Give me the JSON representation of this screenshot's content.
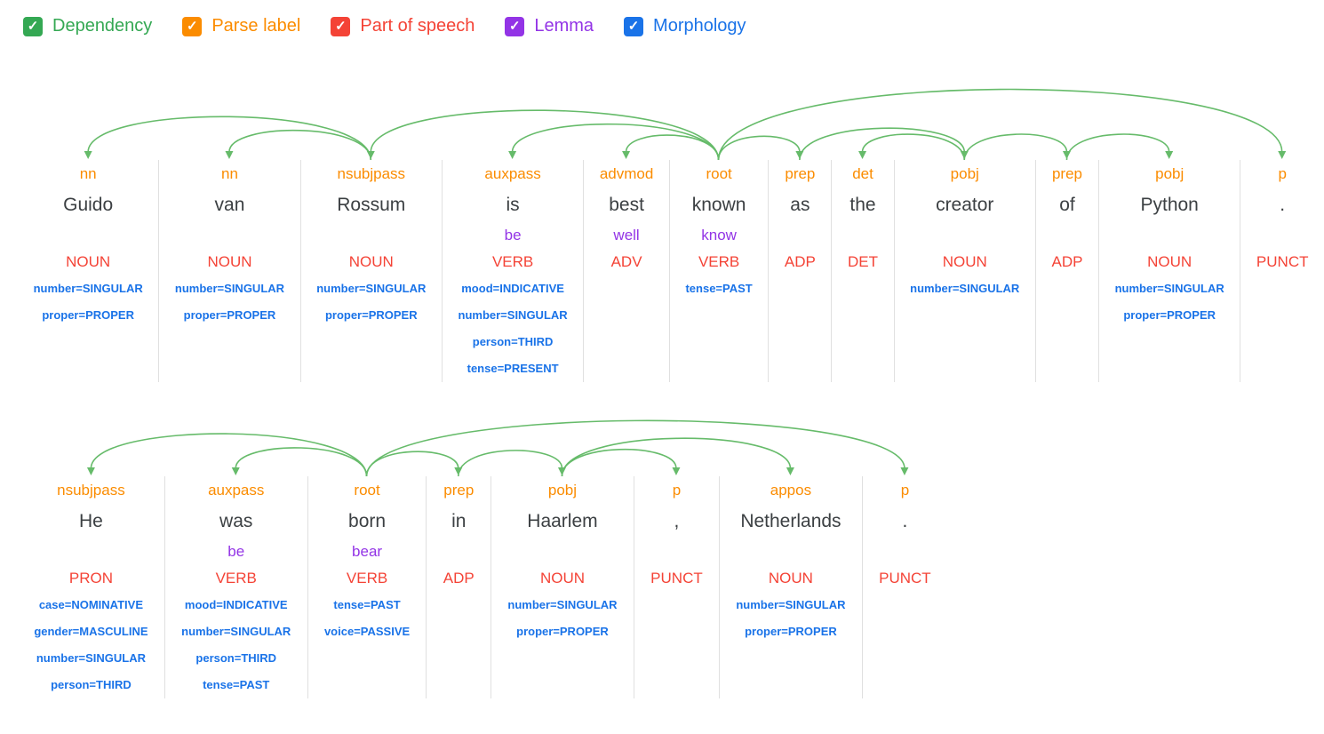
{
  "colors": {
    "arc": "#66bb6a",
    "parse_label": "#fb8c00",
    "pos": "#f44336",
    "lemma": "#9334e6",
    "morphology": "#1a73e8",
    "word": "#3c4043",
    "divider": "#e0e0e0"
  },
  "toolbar": {
    "checkboxes": [
      {
        "label": "Dependency",
        "color": "#34a853",
        "checked": true
      },
      {
        "label": "Parse label",
        "color": "#fb8c00",
        "checked": true
      },
      {
        "label": "Part of speech",
        "color": "#f44336",
        "checked": true
      },
      {
        "label": "Lemma",
        "color": "#9334e6",
        "checked": true
      },
      {
        "label": "Morphology",
        "color": "#1a73e8",
        "checked": true
      }
    ],
    "check_glyph": "✓"
  },
  "sentences": [
    {
      "text": "Guido van Rossum is best known as the creator of Python .",
      "tokens": [
        {
          "label": "nn",
          "word": "Guido",
          "lemma": "",
          "pos": "NOUN",
          "morph": [
            "number=SINGULAR",
            "proper=PROPER"
          ]
        },
        {
          "label": "nn",
          "word": "van",
          "lemma": "",
          "pos": "NOUN",
          "morph": [
            "number=SINGULAR",
            "proper=PROPER"
          ]
        },
        {
          "label": "nsubjpass",
          "word": "Rossum",
          "lemma": "",
          "pos": "NOUN",
          "morph": [
            "number=SINGULAR",
            "proper=PROPER"
          ]
        },
        {
          "label": "auxpass",
          "word": "is",
          "lemma": "be",
          "pos": "VERB",
          "morph": [
            "mood=INDICATIVE",
            "number=SINGULAR",
            "person=THIRD",
            "tense=PRESENT"
          ]
        },
        {
          "label": "advmod",
          "word": "best",
          "lemma": "well",
          "pos": "ADV",
          "morph": []
        },
        {
          "label": "root",
          "word": "known",
          "lemma": "know",
          "pos": "VERB",
          "morph": [
            "tense=PAST"
          ]
        },
        {
          "label": "prep",
          "word": "as",
          "lemma": "",
          "pos": "ADP",
          "morph": []
        },
        {
          "label": "det",
          "word": "the",
          "lemma": "",
          "pos": "DET",
          "morph": []
        },
        {
          "label": "pobj",
          "word": "creator",
          "lemma": "",
          "pos": "NOUN",
          "morph": [
            "number=SINGULAR"
          ]
        },
        {
          "label": "prep",
          "word": "of",
          "lemma": "",
          "pos": "ADP",
          "morph": []
        },
        {
          "label": "pobj",
          "word": "Python",
          "lemma": "",
          "pos": "NOUN",
          "morph": [
            "number=SINGULAR",
            "proper=PROPER"
          ]
        },
        {
          "label": "p",
          "word": ".",
          "lemma": "",
          "pos": "PUNCT",
          "morph": []
        }
      ],
      "arcs": [
        {
          "head": 2,
          "dep": 0
        },
        {
          "head": 2,
          "dep": 1
        },
        {
          "head": 5,
          "dep": 2
        },
        {
          "head": 5,
          "dep": 3
        },
        {
          "head": 5,
          "dep": 4
        },
        {
          "head": 5,
          "dep": 6
        },
        {
          "head": 8,
          "dep": 7
        },
        {
          "head": 6,
          "dep": 8
        },
        {
          "head": 8,
          "dep": 9
        },
        {
          "head": 9,
          "dep": 10
        },
        {
          "head": 5,
          "dep": 11
        }
      ]
    },
    {
      "text": "He was born in Haarlem , Netherlands .",
      "tokens": [
        {
          "label": "nsubjpass",
          "word": "He",
          "lemma": "",
          "pos": "PRON",
          "morph": [
            "case=NOMINATIVE",
            "gender=MASCULINE",
            "number=SINGULAR",
            "person=THIRD"
          ]
        },
        {
          "label": "auxpass",
          "word": "was",
          "lemma": "be",
          "pos": "VERB",
          "morph": [
            "mood=INDICATIVE",
            "number=SINGULAR",
            "person=THIRD",
            "tense=PAST"
          ]
        },
        {
          "label": "root",
          "word": "born",
          "lemma": "bear",
          "pos": "VERB",
          "morph": [
            "tense=PAST",
            "voice=PASSIVE"
          ]
        },
        {
          "label": "prep",
          "word": "in",
          "lemma": "",
          "pos": "ADP",
          "morph": []
        },
        {
          "label": "pobj",
          "word": "Haarlem",
          "lemma": "",
          "pos": "NOUN",
          "morph": [
            "number=SINGULAR",
            "proper=PROPER"
          ]
        },
        {
          "label": "p",
          "word": ",",
          "lemma": "",
          "pos": "PUNCT",
          "morph": []
        },
        {
          "label": "appos",
          "word": "Netherlands",
          "lemma": "",
          "pos": "NOUN",
          "morph": [
            "number=SINGULAR",
            "proper=PROPER"
          ]
        },
        {
          "label": "p",
          "word": ".",
          "lemma": "",
          "pos": "PUNCT",
          "morph": []
        }
      ],
      "arcs": [
        {
          "head": 2,
          "dep": 0
        },
        {
          "head": 2,
          "dep": 1
        },
        {
          "head": 2,
          "dep": 3
        },
        {
          "head": 3,
          "dep": 4
        },
        {
          "head": 4,
          "dep": 5
        },
        {
          "head": 4,
          "dep": 6
        },
        {
          "head": 2,
          "dep": 7
        }
      ]
    }
  ]
}
